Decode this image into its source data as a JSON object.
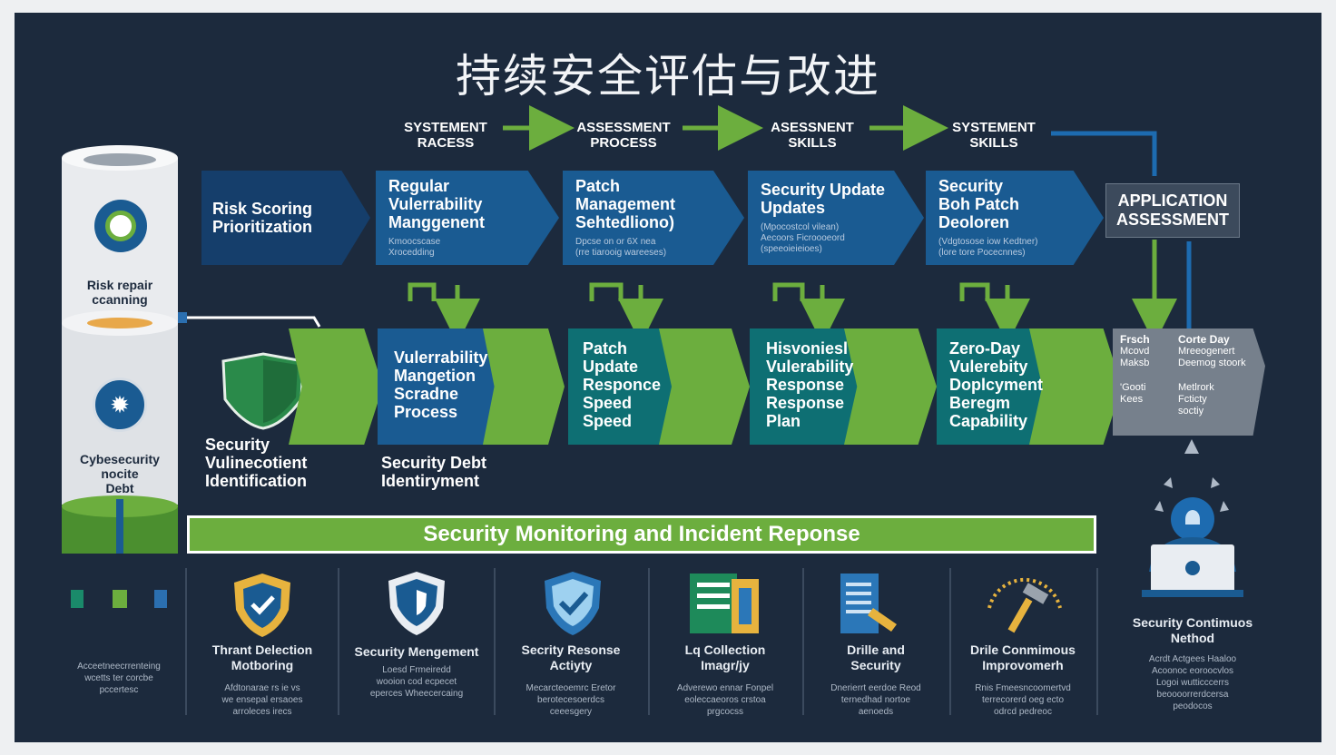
{
  "title": "持续安全评估与改进",
  "stage_headers": [
    {
      "line1": "SYSTEMENT",
      "line2": "RACESS"
    },
    {
      "line1": "ASSESSMENT",
      "line2": "PROCESS"
    },
    {
      "line1": "ASESSNENT",
      "line2": "SKILLS"
    },
    {
      "line1": "SYSTEMENT",
      "line2": "SKILLS"
    }
  ],
  "cylinder": {
    "top_label_1": "Risk repair",
    "top_label_2": "ccanning",
    "bottom_label_1": "Cybesecurity",
    "bottom_label_2": "nocite",
    "bottom_label_3": "Debt"
  },
  "top_row": [
    {
      "title_1": "Risk Scoring",
      "title_2": "Prioritization",
      "sub": ""
    },
    {
      "title_1": "Regular",
      "title_2": "Vulerrability",
      "title_3": "Manggenent",
      "sub_1": "Kmoocscase",
      "sub_2": "Xrocedding"
    },
    {
      "title_1": "Patch",
      "title_2": "Management",
      "title_3": "Sehtedliono)",
      "sub_1": "Dpcse on or 6X nea",
      "sub_2": "(rre tiarooig wareeses)"
    },
    {
      "title_1": "Security Update",
      "title_2": "Updates",
      "title_3": "",
      "sub_1": "(Mpocostcol vilean)",
      "sub_2": "Aecoors Ficroooeord",
      "sub_3": "(speeoieieioes)"
    },
    {
      "title_1": "Security",
      "title_2": "Boh Patch",
      "title_3": "Deoloren",
      "sub_1": "(Vdgtosose iow Kedtner)",
      "sub_2": "(lore tore Pocecnnes)"
    }
  ],
  "application_assessment": {
    "line1": "APPLICATION",
    "line2": "ASSESSMENT"
  },
  "middle_row": [
    {
      "lines": [
        "Vulerrability",
        "Mangetion",
        "Scradne",
        "Process"
      ]
    },
    {
      "lines": [
        "Patch",
        "Update",
        "Responce",
        "Speed",
        "Speed"
      ]
    },
    {
      "lines": [
        "Hisvoniesl",
        "Vulerability",
        "Response",
        "Response",
        "Plan"
      ]
    },
    {
      "lines": [
        "Zero-Day",
        "Vulerebity",
        "Doplcyment",
        "Beregm",
        "Capability"
      ]
    }
  ],
  "gray_box": {
    "col1": [
      "Frsch",
      "Mcovd",
      "Maksb",
      "",
      "'Gooti",
      "Kees"
    ],
    "col2": [
      "Corte Day",
      "Mreeogenert",
      "Deemog stoork",
      "",
      "Metlrork",
      "Fcticty",
      "soctiy"
    ]
  },
  "left_labels": {
    "security_1": "Security",
    "security_2": "Vulinecotient",
    "security_3": "Identification",
    "debt_1": "Security Debt",
    "debt_2": "Identiryment"
  },
  "banner": "Security Monitoring and  Incident Reponse",
  "bottom_items": [
    {
      "icon": "shield-gold-icon",
      "title_1": "Thrant Delection",
      "title_2": "Motboring",
      "desc": [
        "Afdtonarae rs ie vs",
        "we ensepal ersaoes",
        "arroleces irecs"
      ]
    },
    {
      "icon": "shield-blue-icon",
      "title_1": "Security Mengement",
      "title_2": "",
      "desc": [
        "Loesd Frmeiredd",
        "wooion cod ecpecet",
        "eperces Wheecercaing"
      ]
    },
    {
      "icon": "shield-check-icon",
      "title_1": "Secrity Resonse",
      "title_2": "Actiyty",
      "desc": [
        "Mecarcteoemrc Eretor",
        "berotecesoerdcs",
        "ceeesgery"
      ]
    },
    {
      "icon": "log-book-icon",
      "title_1": "Lq Collection",
      "title_2": "Imagr/jy",
      "desc": [
        "Adverewo ennar Fonpel",
        "eoleccaeoros crstoa",
        "prgcocss"
      ]
    },
    {
      "icon": "checklist-icon",
      "title_1": "Drille and",
      "title_2": "Security",
      "desc": [
        "Dnerierrt eerdoe Reod",
        "ternedhad nortoe",
        "aenoeds"
      ]
    },
    {
      "icon": "hammer-icon",
      "title_1": "Drile  Conmimous",
      "title_2": "Improvomerh",
      "desc": [
        "Rnis   Fmeesncoomertvd",
        "terrecorerd oeg ecto",
        "odrcd pedreoc"
      ]
    }
  ],
  "left_bottom_desc": [
    "Acceetneecrrenteing",
    "wcetts ter corcbe",
    "pccertesc"
  ],
  "right_panel": {
    "title_1": "Security Contimuos",
    "title_2": "Nethod",
    "desc": [
      "Acrdt Actgees Haaloo",
      "Acoonoc eoroocvlos",
      "Logoi wutticccerrs",
      "beoooorrerdcersa",
      "peodocos"
    ]
  },
  "colors": {
    "navy": "#1c2a3d",
    "blue": "#1a5b92",
    "dark_blue": "#153e6b",
    "green": "#6cae3e",
    "teal": "#0e6f73",
    "gray": "#76808c"
  }
}
